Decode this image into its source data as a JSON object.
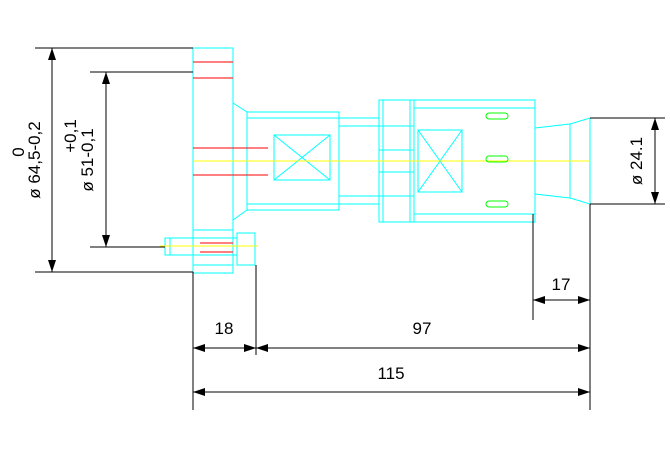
{
  "colors": {
    "background": "#ffffff",
    "outline": "#00ffff",
    "centerline": "#ffff00",
    "highlight": "#ff0000",
    "slot": "#00ff00",
    "dimension": "#000000"
  },
  "dimensions": {
    "dia_outer_value": "ø 64,5-0,2",
    "dia_outer_tol": "0",
    "dia_bore_value": "ø 51-0,1",
    "dia_bore_tol": "+0,1",
    "dia_end": "ø 24.1",
    "len_flange": "18",
    "len_body": "97",
    "len_total": "115",
    "len_end": "17"
  }
}
